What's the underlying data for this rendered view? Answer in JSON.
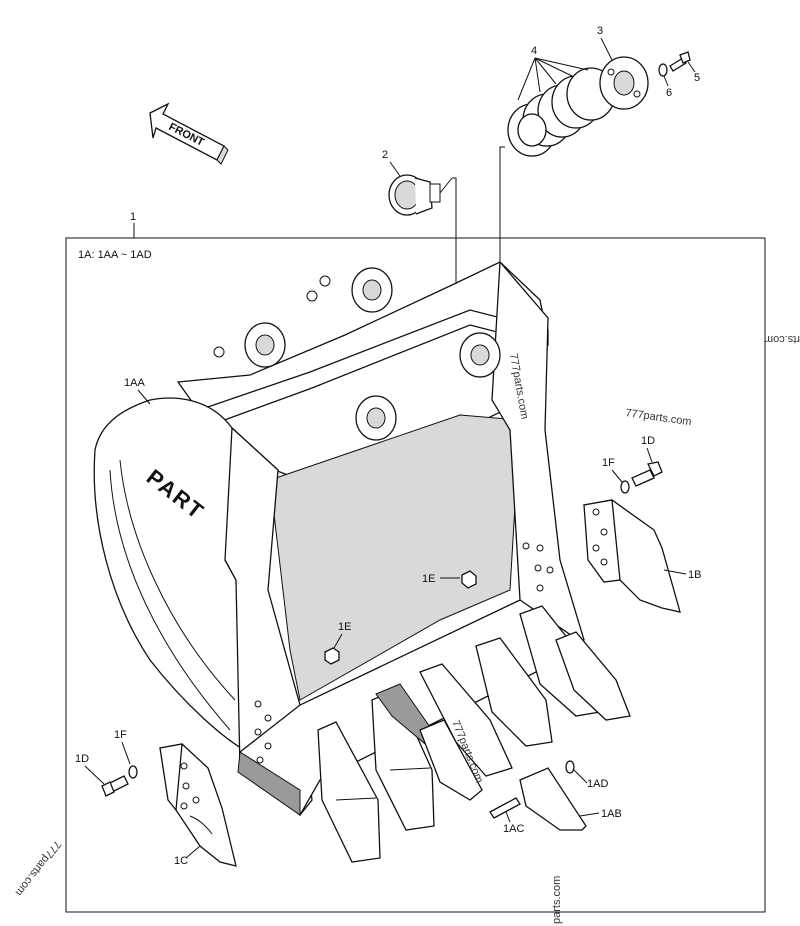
{
  "front_arrow": "FRONT",
  "frame_header": "1A: 1AA ~ 1AD",
  "labels": {
    "l1": "1",
    "l2": "2",
    "l3": "3",
    "l4": "4",
    "l5": "5",
    "l6": "6",
    "l1AA": "1AA",
    "l1AB": "1AB",
    "l1AC": "1AC",
    "l1AD": "1AD",
    "l1B": "1B",
    "l1C": "1C",
    "l1D_r": "1D",
    "l1F_r": "1F",
    "l1E_mid": "1E",
    "l1E_low": "1E",
    "l1F_l": "1F",
    "l1D_l": "1D"
  },
  "watermarks": {
    "w1": "777parts.com",
    "w2": "777parts.com",
    "w3": "777parts.com",
    "w4": "777parts.com",
    "w5": "parts.com",
    "w6": "rts.com"
  },
  "logo_text": "PART"
}
